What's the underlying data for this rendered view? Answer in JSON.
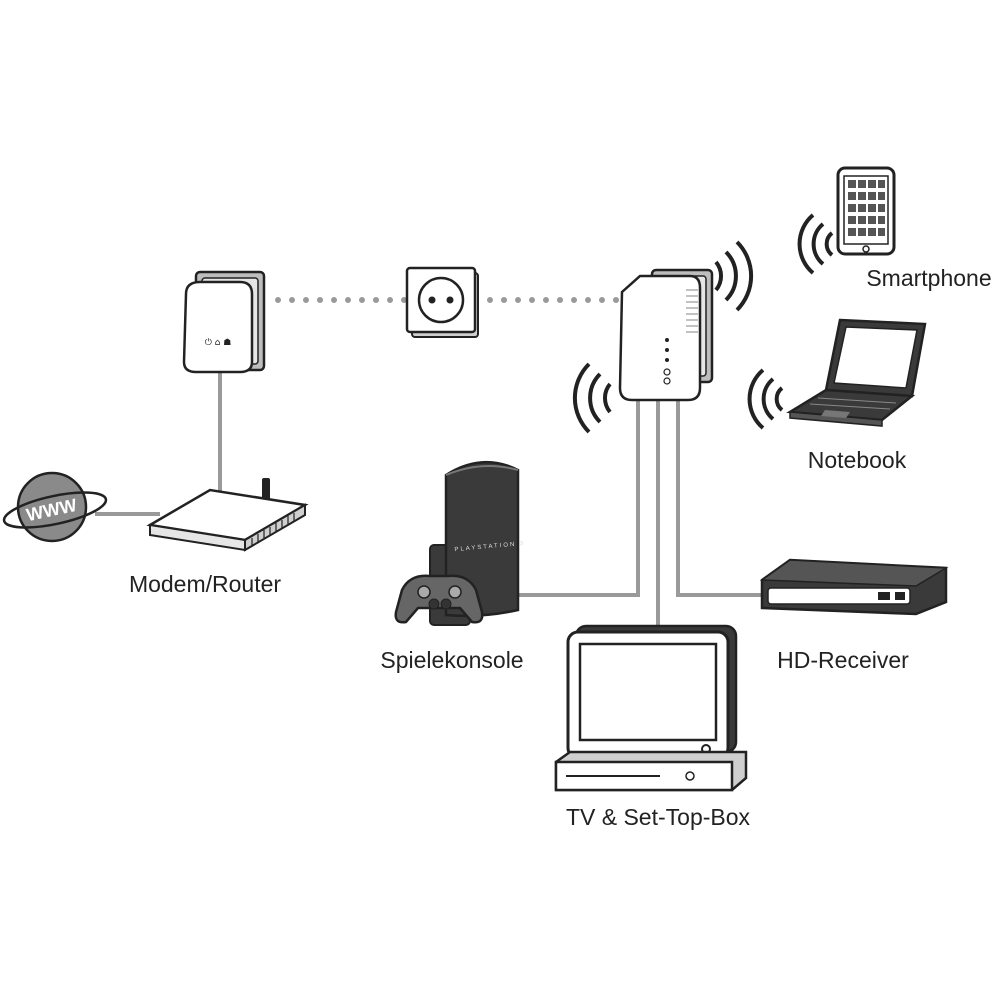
{
  "labels": {
    "modem_router": "Modem/Router",
    "smartphone": "Smartphone",
    "notebook": "Notebook",
    "game_console": "Spielekonsole",
    "hd_receiver": "HD-Receiver",
    "tv_settop": "TV & Set-Top-Box"
  },
  "globe_text": "WWW",
  "console_brand": "PLAYSTATION 3",
  "colors": {
    "line": "#222222",
    "wire": "#999999",
    "dark_device": "#3a3a3a",
    "light_fill": "#ffffff",
    "globe": "#8a8a8a",
    "dots": "#9a9a9a"
  }
}
